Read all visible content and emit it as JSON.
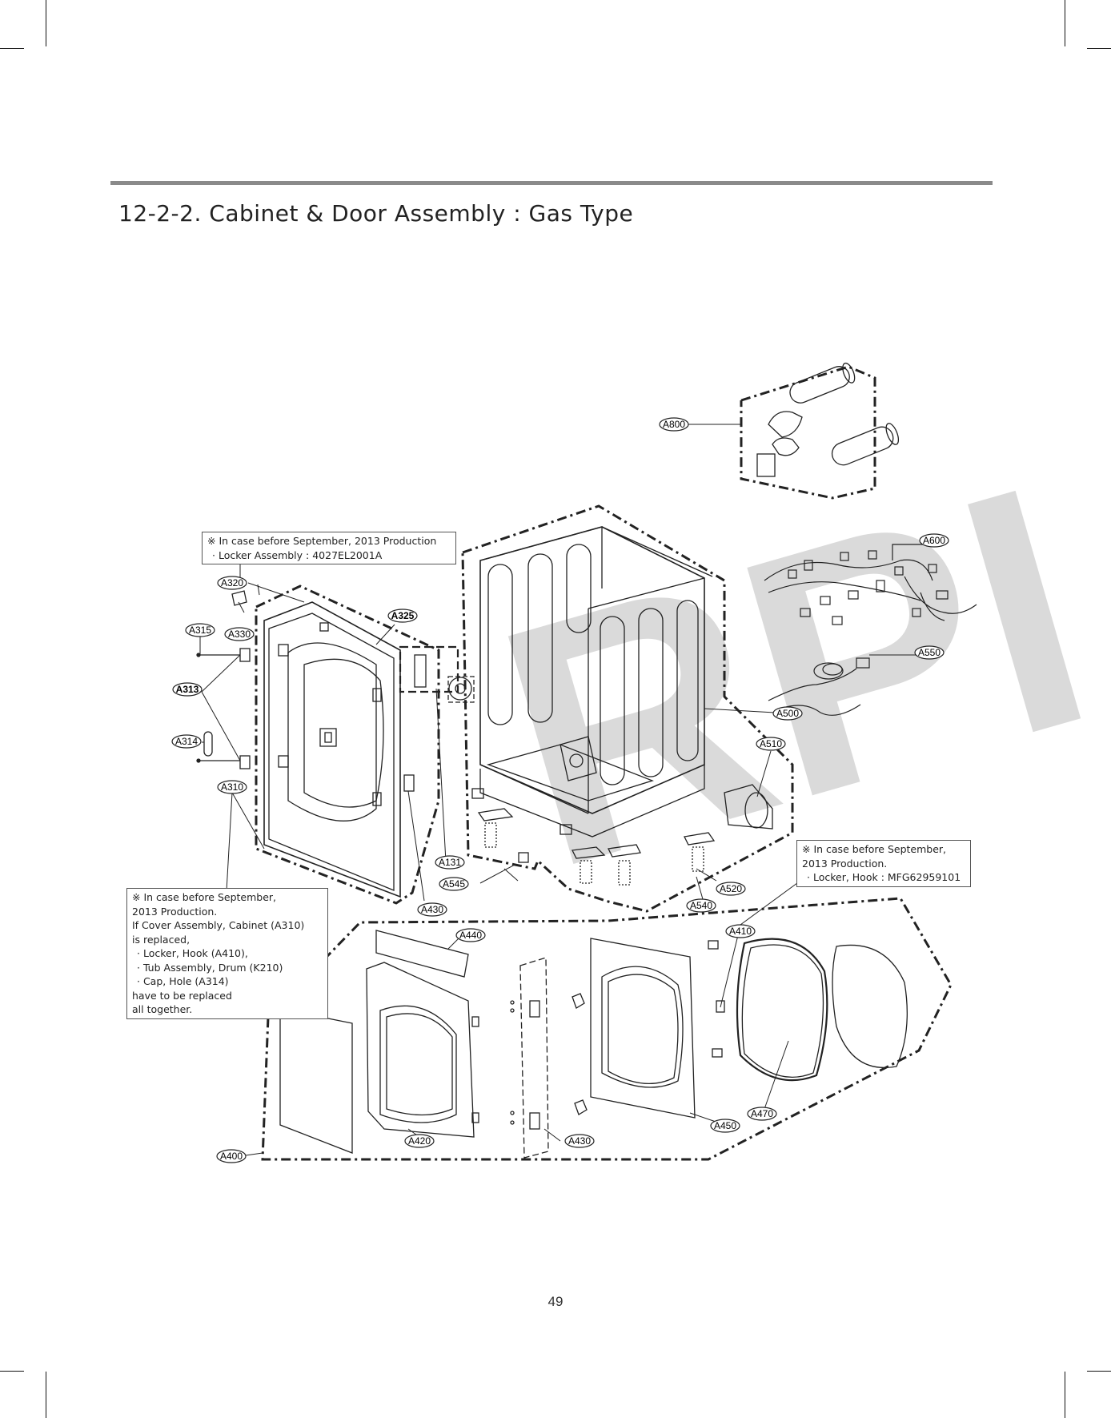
{
  "header": {
    "title": "12-2-2. Cabinet & Door Assembly : Gas Type"
  },
  "watermark": {
    "text": "RPI"
  },
  "notes": [
    {
      "id": "locker-assembly-note",
      "lines": [
        "※ In case before September, 2013 Production",
        "· Locker Assembly : 4027EL2001A"
      ]
    },
    {
      "id": "cover-assembly-note",
      "lines": [
        "※ In case before September,",
        "2013 Production.",
        "If Cover Assembly, Cabinet (A310)",
        "is replaced,",
        "· Locker, Hook (A410),",
        "· Tub Assembly, Drum (K210)",
        "· Cap, Hole (A314)",
        "have to be replaced",
        "all together."
      ]
    },
    {
      "id": "locker-hook-note",
      "lines": [
        "※ In case before September,",
        "2013 Production.",
        "· Locker, Hook : MFG62959101"
      ]
    }
  ],
  "callouts": [
    "A800",
    "A600",
    "A550",
    "A500",
    "A510",
    "A520",
    "A540",
    "A545",
    "A131",
    "A320",
    "A330",
    "A325",
    "A315",
    "A313",
    "A314",
    "A310",
    "A430",
    "A440",
    "A410",
    "A470",
    "A450",
    "A420",
    "A400"
  ],
  "footer": {
    "page_number": "49"
  }
}
